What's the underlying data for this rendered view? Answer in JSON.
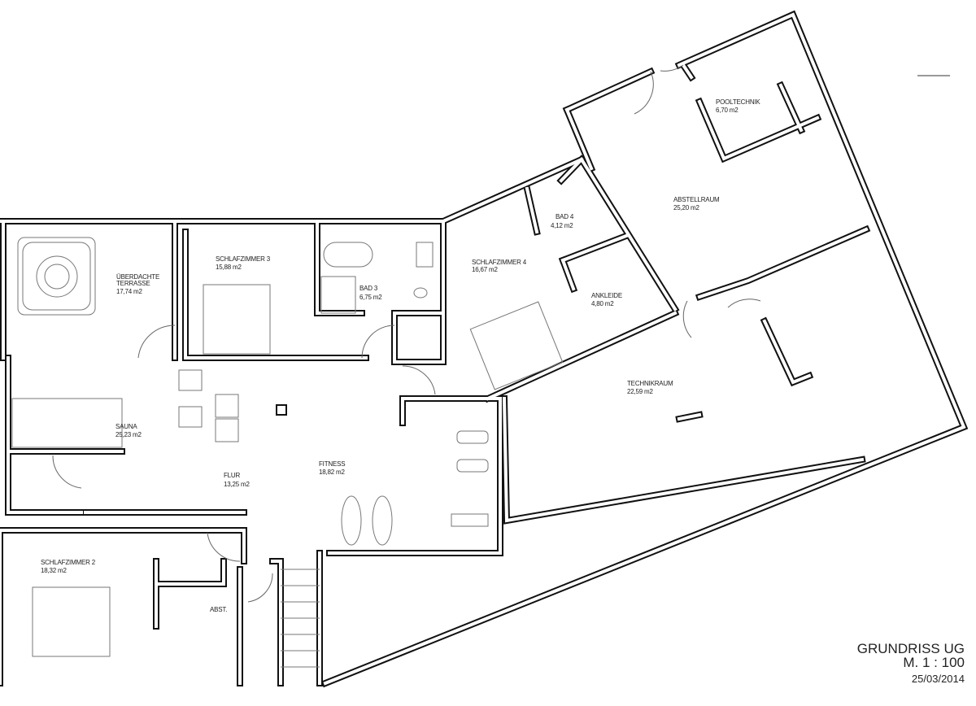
{
  "plan": {
    "title": "GRUNDRISS UG",
    "scale": "M. 1 : 100",
    "date": "25/03/2014"
  },
  "rooms": [
    {
      "name": "ÜBERDACHTE",
      "name2": "TERRASSE",
      "area": "17,74 m2"
    },
    {
      "name": "SCHLAFZIMMER 3",
      "area": "15,88 m2"
    },
    {
      "name": "BAD 3",
      "area": "6,75 m2"
    },
    {
      "name": "SCHLAFZIMMER 4",
      "area": "16,67 m2"
    },
    {
      "name": "BAD 4",
      "area": "4,12 m2"
    },
    {
      "name": "ANKLEIDE",
      "area": "4,80 m2"
    },
    {
      "name": "POOLTECHNIK",
      "area": "6,70 m2"
    },
    {
      "name": "ABSTELLRAUM",
      "area": "25,20 m2"
    },
    {
      "name": "TECHNIKRAUM",
      "area": "22,59 m2"
    },
    {
      "name": "SAUNA",
      "area": "25,23 m2"
    },
    {
      "name": "FLUR",
      "area": "13,25 m2"
    },
    {
      "name": "FITNESS",
      "area": "18,82 m2"
    },
    {
      "name": "SCHLAFZIMMER 2",
      "area": "18,32 m2"
    },
    {
      "name": "ABST."
    }
  ]
}
